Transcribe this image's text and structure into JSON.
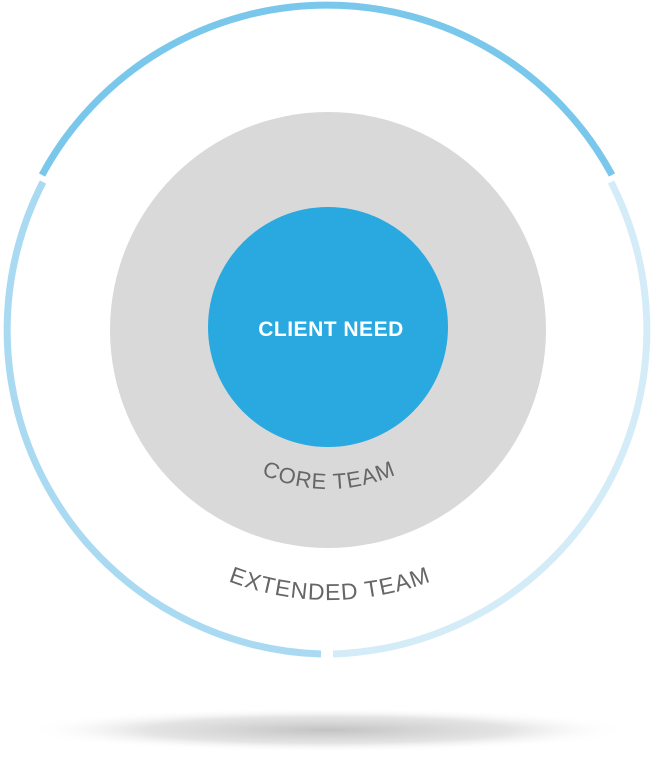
{
  "diagram": {
    "center_label": "CLIENT NEED",
    "middle_label": "CORE TEAM",
    "outer_label": "EXTENDED TEAM"
  },
  "colors": {
    "center_fill": "#29A9E0",
    "center_text": "#FFFFFF",
    "middle_fill": "#D9D9D9",
    "label_text": "#666666",
    "outer_ring_top": "#7AC7EC",
    "outer_ring_left": "#A9DAF2",
    "outer_ring_right": "#D4ECF8",
    "shadow": "#BFBFBF"
  }
}
